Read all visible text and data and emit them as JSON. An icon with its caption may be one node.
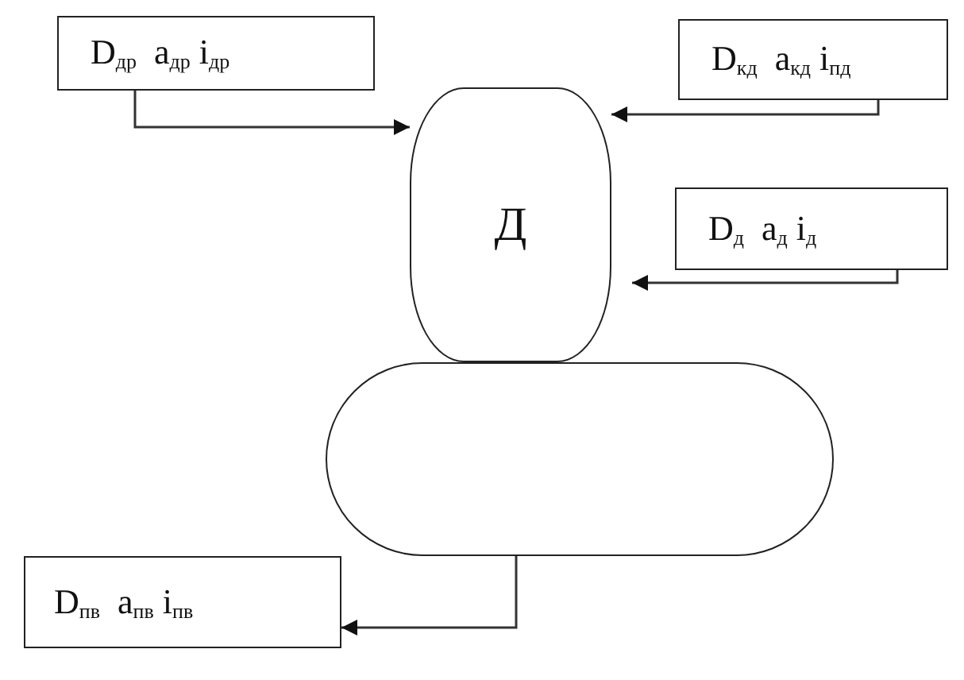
{
  "diagram": {
    "nodes": [
      {
        "text": [
          "D$_{др}$  a$_{др}$ i$_{др}$"
        ]
      },
      {
        "text": [
          "D$_{кд}$  a$_{кд}$ i$_{пд}$"
        ]
      },
      {
        "text": [
          "Д"
        ]
      },
      {
        "text": [
          "D$_{д}$  a$_{д}$ i$_{д}$"
        ]
      },
      {
        "text": [],
        "shape": "cylinder"
      },
      {
        "text": [
          "D$_{пв}$  a$_{пв}$ i$_{пв}$"
        ]
      }
    ],
    "edges": [
      {
        "from": 0,
        "to": 2,
        "arrow": "to"
      },
      {
        "from": 1,
        "to": 2,
        "arrow": "to"
      },
      {
        "from": 3,
        "to": 2,
        "arrow": "to"
      },
      {
        "from": 4,
        "to": 5,
        "arrow": "to"
      }
    ]
  }
}
